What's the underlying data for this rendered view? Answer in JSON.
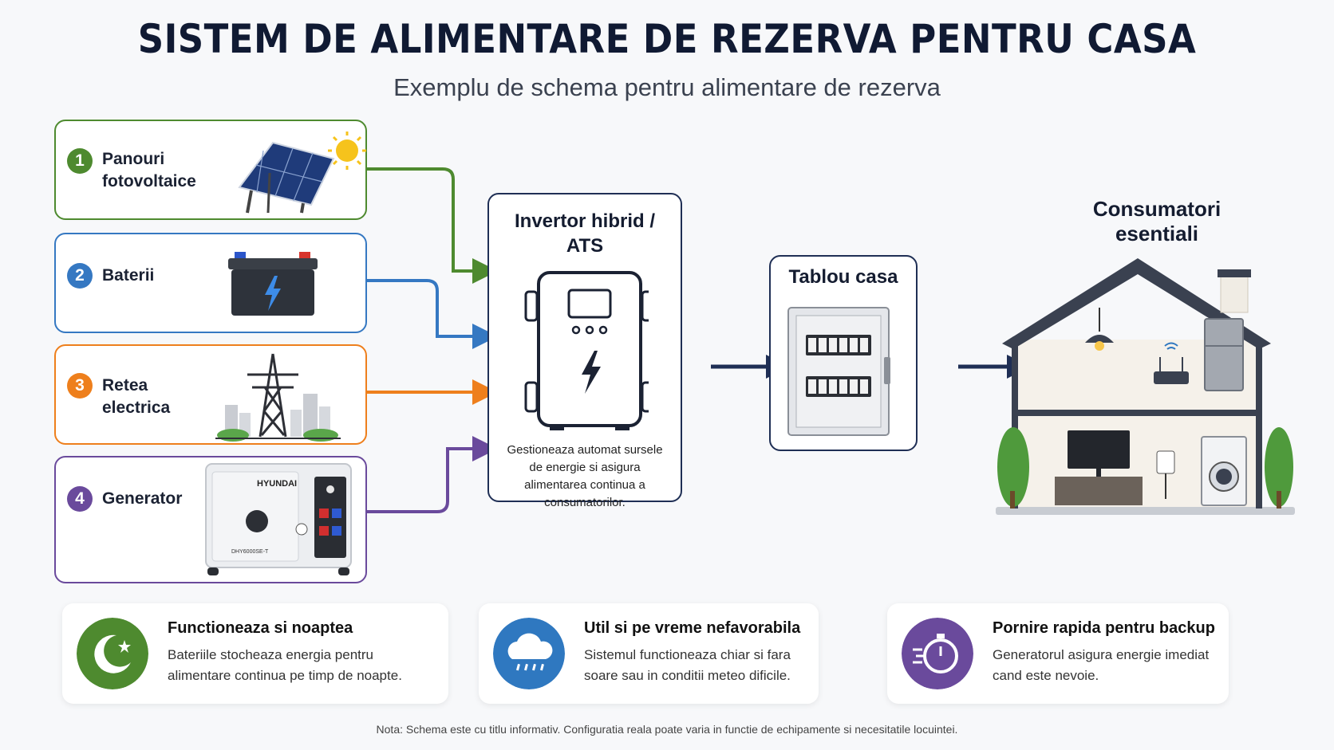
{
  "title": "SISTEM DE ALIMENTARE DE REZERVA PENTRU CASA",
  "subtitle": "Exemplu de schema pentru alimentare de rezerva",
  "sources": [
    {
      "number": "1",
      "label": "Panouri\nfotovoltaice",
      "color": "#4e8a2f",
      "icon": "solar-panel-icon"
    },
    {
      "number": "2",
      "label": "Baterii",
      "color": "#3578c2",
      "icon": "battery-icon"
    },
    {
      "number": "3",
      "label": "Retea\nelectrica",
      "color": "#ee7f1c",
      "icon": "power-tower-icon"
    },
    {
      "number": "4",
      "label": "Generator",
      "color": "#6a4a9c",
      "icon": "generator-icon"
    }
  ],
  "generator_brand": "HYUNDAI",
  "generator_model": "DHY6000SE-T",
  "inverter": {
    "title": "Invertor hibrid /\nATS",
    "description": "Gestioneaza automat sursele de energie si asigura alimentarea continua a consumatorilor."
  },
  "panel": {
    "title": "Tablou casa"
  },
  "consumers": {
    "title": "Consumatori\nesentiali"
  },
  "features": [
    {
      "title": "Functioneaza si noaptea",
      "text": "Bateriile stocheaza energia pentru alimentare continua pe timp de noapte.",
      "color": "#4e8a2f",
      "icon": "moon-star-icon"
    },
    {
      "title": "Util si pe vreme nefavorabila",
      "text": "Sistemul functioneaza chiar si fara soare sau in conditii meteo dificile.",
      "color": "#2f78c0",
      "icon": "rain-cloud-icon"
    },
    {
      "title": "Pornire rapida pentru backup",
      "text": "Generatorul asigura energie imediat cand este nevoie.",
      "color": "#6a4a9c",
      "icon": "stopwatch-icon"
    }
  ],
  "note": "Nota: Schema este cu titlu informativ. Configuratia reala poate varia in functie de echipamente si necesitatile locuintei.",
  "colors": {
    "navy": "#1f2f55",
    "green": "#4e8a2f",
    "blue": "#3578c2",
    "orange": "#ee7f1c",
    "purple": "#6a4a9c"
  }
}
